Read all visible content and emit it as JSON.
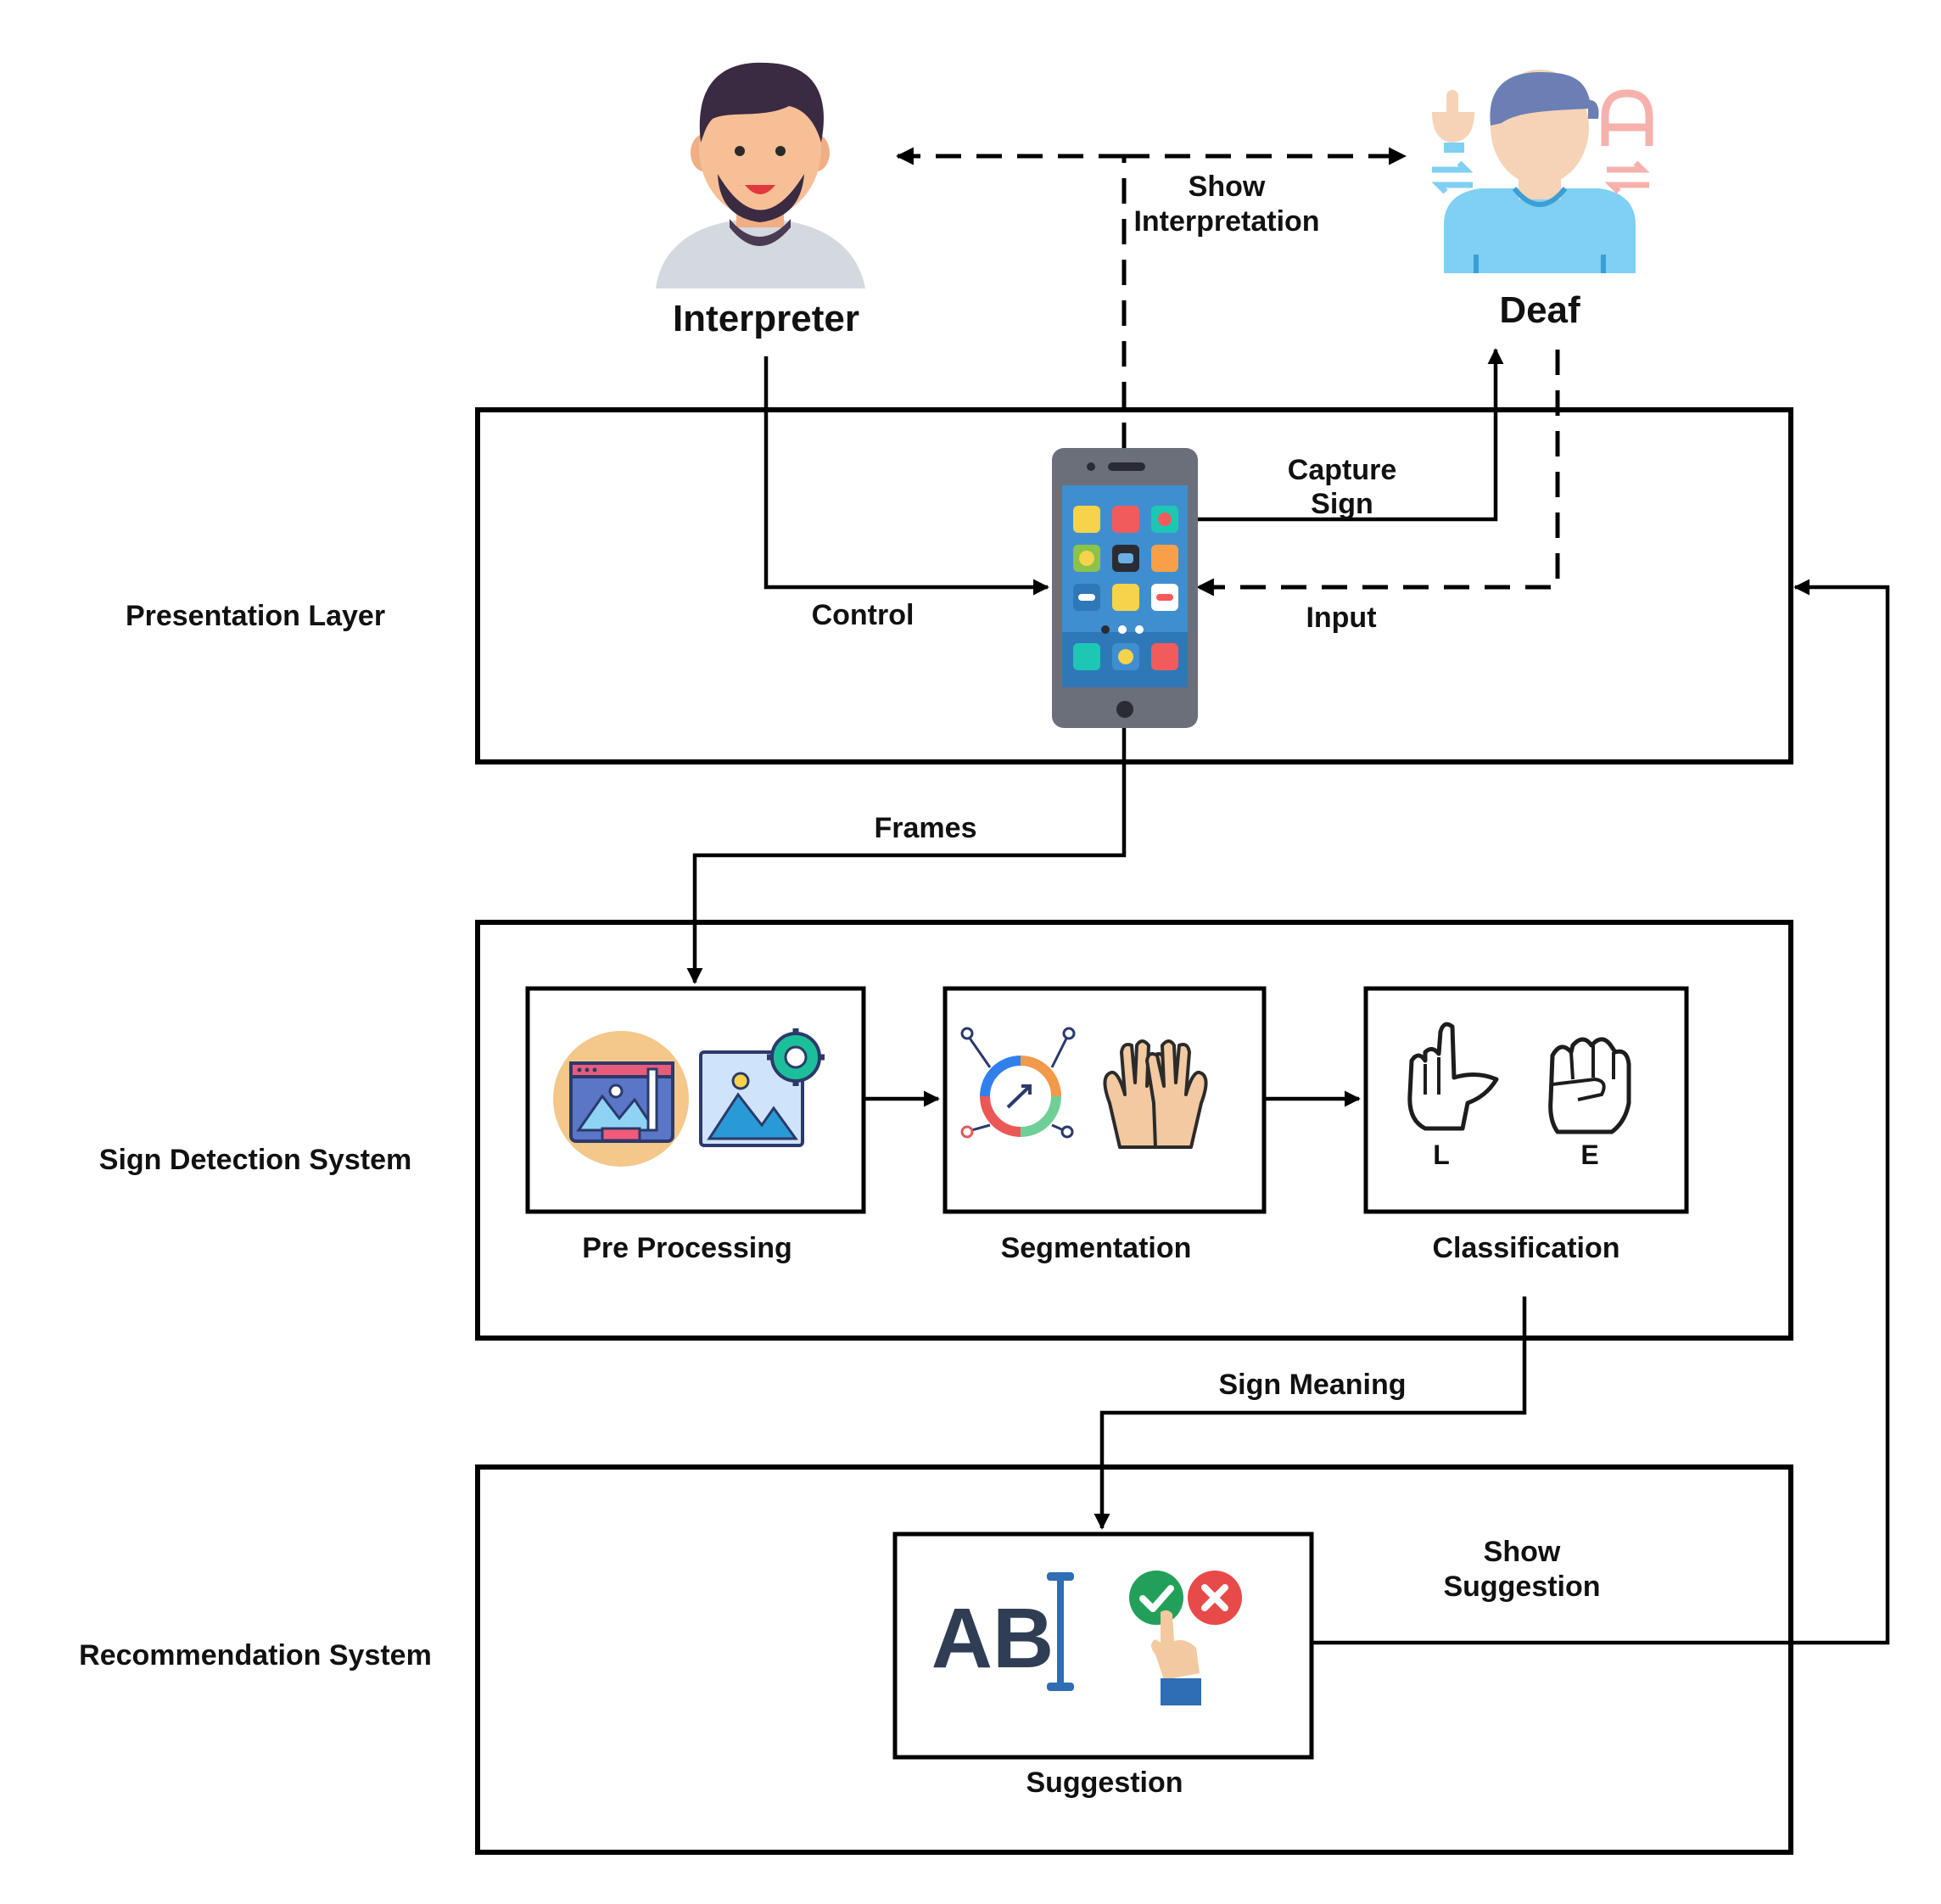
{
  "actors": {
    "interpreter": "Interpreter",
    "deaf": "Deaf"
  },
  "layers": {
    "presentation": "Presentation Layer",
    "sign_detection": "Sign Detection System",
    "recommendation": "Recommendation System"
  },
  "stages": {
    "pre_processing": "Pre Processing",
    "segmentation": "Segmentation",
    "classification": "Classification",
    "suggestion": "Suggestion"
  },
  "flows": {
    "show_interpretation": [
      "Show",
      "Interpretation"
    ],
    "capture_sign": [
      "Capture",
      "Sign"
    ],
    "control": "Control",
    "input": "Input",
    "frames": "Frames",
    "sign_meaning": "Sign Meaning",
    "show_suggestion": [
      "Show",
      "Suggestion"
    ]
  },
  "icon_text": {
    "sign_letter_l": "L",
    "sign_letter_e": "E",
    "ab_text": "AB"
  },
  "icons": {
    "interpreter": "man-avatar-icon",
    "deaf": "deaf-person-sign-language-icon",
    "phone": "smartphone-apps-icon",
    "pre_processing": "image-processing-icon",
    "segmentation": "segmentation-analytics-icon",
    "hands": "open-hands-icon",
    "classification": "sign-letter-hands-icon",
    "suggestion": "text-cursor-and-approve-reject-icon"
  },
  "colors": {
    "line": "#000000",
    "phone_body": "#6b6f7a",
    "phone_screen": "#3f8fd0",
    "deaf_shirt": "#7fd0f2",
    "accent_red": "#e84a4a",
    "accent_green": "#22a05a"
  }
}
